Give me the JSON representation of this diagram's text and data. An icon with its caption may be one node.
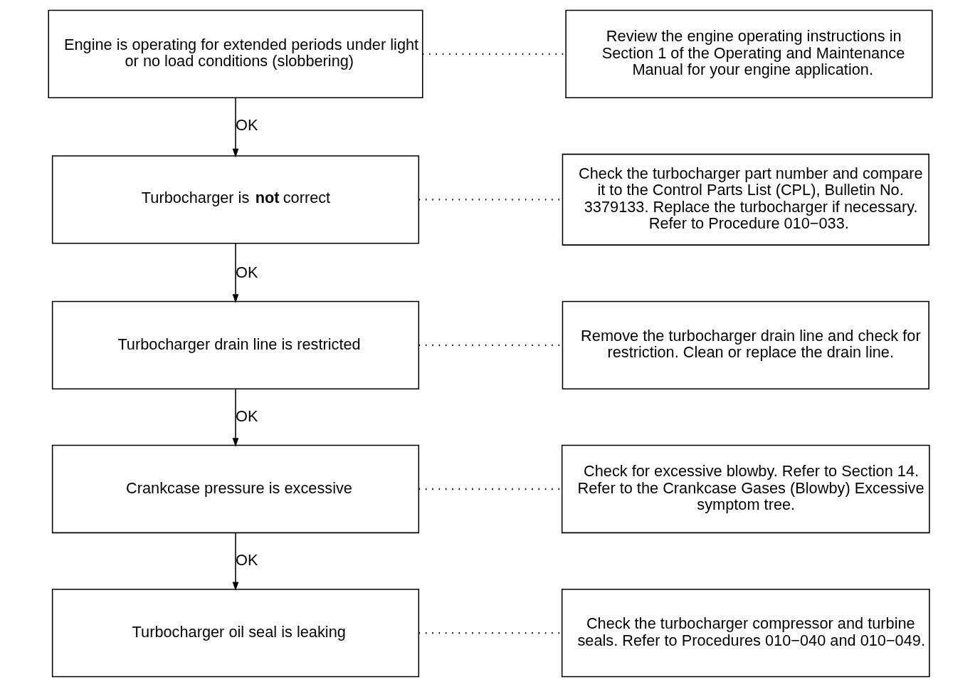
{
  "diagram": {
    "nodes": [
      {
        "text": [
          "Engine is operating for extended periods under light or no load conditions (slobbering)"
        ]
      },
      {
        "text": [
          "Review the engine operating instructions in Section 1 of the Operating and Maintenance Manual for your engine application."
        ]
      },
      {
        "text": [
          "Turbocharger is **not** correct"
        ]
      },
      {
        "text": [
          "Check the turbocharger part number and compare it to the Control Parts List (CPL), Bulletin No. 3379133. Replace the turbocharger if necessary. Refer to Procedure 010−033."
        ]
      },
      {
        "text": [
          "Turbocharger drain line is restricted"
        ]
      },
      {
        "text": [
          "Remove the turbocharger drain line and check for restriction. Clean or replace the drain line."
        ]
      },
      {
        "text": [
          "Crankcase pressure is excessive"
        ]
      },
      {
        "text": [
          "Check for excessive blowby. Refer to Section 14. Refer to the Crankcase Gases (Blowby) Excessive symptom tree."
        ]
      },
      {
        "text": [
          "Turbocharger oil seal is leaking"
        ]
      },
      {
        "text": [
          "Check the turbocharger compressor and turbine seals. Refer to Procedures 010−040 and 010−049."
        ]
      }
    ],
    "edges": [
      {
        "from": 0,
        "to": 1,
        "arrow": "none",
        "style": "dashed"
      },
      {
        "from": 0,
        "to": 2,
        "arrow": "to",
        "label": "OK"
      },
      {
        "from": 2,
        "to": 3,
        "arrow": "none",
        "style": "dashed"
      },
      {
        "from": 2,
        "to": 4,
        "arrow": "to",
        "label": "OK"
      },
      {
        "from": 4,
        "to": 5,
        "arrow": "none",
        "style": "dashed"
      },
      {
        "from": 4,
        "to": 6,
        "arrow": "to",
        "label": "OK"
      },
      {
        "from": 6,
        "to": 7,
        "arrow": "none",
        "style": "dashed"
      },
      {
        "from": 6,
        "to": 8,
        "arrow": "to",
        "label": "OK"
      },
      {
        "from": 8,
        "to": 9,
        "arrow": "none",
        "style": "dashed"
      }
    ]
  }
}
